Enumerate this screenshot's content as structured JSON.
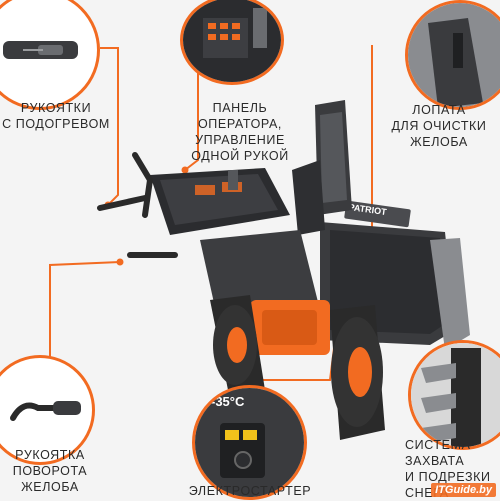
{
  "labels": {
    "heated_handles": [
      "РУКОЯТКИ",
      "С ПОДОГРЕВОМ"
    ],
    "operator_panel": [
      "ПАНЕЛЬ",
      "ОПЕРАТОРА,",
      "УПРАВЛЕНИЕ",
      "ОДНОЙ РУКОЙ"
    ],
    "chute_shovel": [
      "ЛОПАТА",
      "ДЛЯ ОЧИСТКИ",
      "ЖЕЛОБА"
    ],
    "chute_rotation_handle": [
      "РУКОЯТКА",
      "ПОВОРОТА",
      "ЖЕЛОБА"
    ],
    "electric_starter": "ЭЛЕКТРОСТАРТЕР",
    "capture_system": [
      "СИСТЕМА",
      "ЗАХВАТА",
      "И ПОДРЕЗКИ",
      "СНЕГА"
    ]
  },
  "temperature": "-35°C",
  "brand_text": "PATRIOT",
  "watermark": "ITGuide.by",
  "colors": {
    "accent": "#f26b21",
    "body_dark": "#3a3b3e",
    "background": "#f4f4f4"
  }
}
